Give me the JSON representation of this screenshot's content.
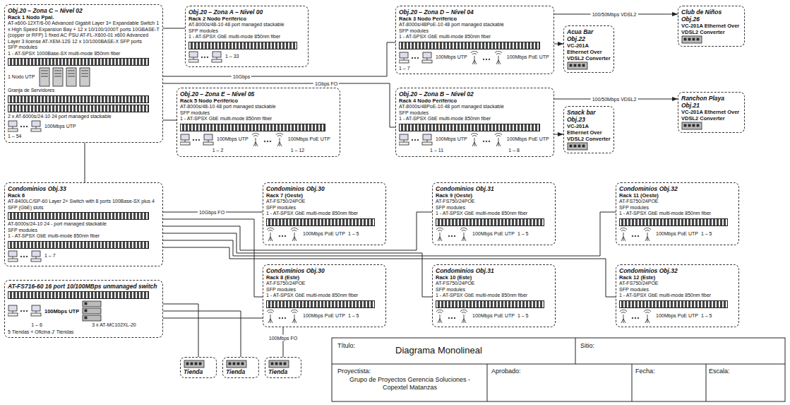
{
  "diagram": {
    "title": "Diagrama Monolineal",
    "nodes": [
      {
        "text": [
          "Obj.20 – Zona C – Nivel 02",
          "Rack 1 Nodo Ppal.",
          "AT-x600-12XT/6-00 Advanced Gigabit Layer 3+ Expandable Switch 1 x High Speed Expansion Bay + 12 x 10/100/1000T ports 10GBASE-T (copper or RFP) 1 fixed AC PSU AT-FL-X600-01 x600 Advanced Layer 3 license AT-XEM-12S 12 x 10/1000BASE-X SFP ports",
          "SFP modules",
          "1 - AT-SPSX 1000Base-SX multi-mode 850nm fiber",
          "1 Nodo UTP",
          "Granja de Servidores",
          "2 x AT-6000s/24-10 24 port managed stackable",
          "100Mbps UTP",
          "1 – 54"
        ]
      },
      {
        "text": [
          "Obj.20 – Zona A – Nivel 00",
          "Rack 2 Nodo Periférico",
          "AT-8000s/48-10 48 port managed stackable",
          "SFP modules",
          "1 - AT-SPSX GbE multi-mode 850nm fiber",
          "1 – 33"
        ]
      },
      {
        "text": [
          "Obj.20 – Zona D – Nivel 04",
          "Rack 3 Nodo Periférico",
          "AT-8000s/48PoE-10 48 port managed stackable",
          "SFP modules",
          "1 - AT-SPSX GbE multi-mode 850nm fiber",
          "100Mbps UTP",
          "100Mbps PoE UTP",
          "1 – 7"
        ]
      },
      {
        "text": [
          "Acua Bar Obj.22",
          "VC-201A Ethernet Over VDSL2 Converter"
        ]
      },
      {
        "text": [
          "Club de Niños Obj.26",
          "VC-201A Ethernet Over VDSL2 Converter"
        ]
      },
      {
        "text": [
          "Obj.20 – Zona E – Nivel 05",
          "Rack 5 Nodo Periférico",
          "AT-8000s/48-10 48 port managed stackable",
          "SFP modules",
          "1 - AT-SPSX GbE multi-mode 850nm fiber",
          "100Mbps UTP",
          "1 – 2",
          "100Mbps PoE UTP",
          "1 – 12"
        ]
      },
      {
        "text": [
          "Obj.20 – Zona B – Nivel 02",
          "Rack 4 Nodo Periférico",
          "AT-8000s/48PoE-10 48 port managed stackable",
          "SFP modules",
          "1 - AT-SPSX GbE multi-mode 850nm fiber",
          "100Mbps UTP",
          "100Mbps PoE UTP",
          "1 – 11",
          "1 – 8"
        ]
      },
      {
        "text": [
          "Snack bar Obj.23",
          "VC-201A Ethernet Over VDSL2 Converter"
        ]
      },
      {
        "text": [
          "Ranchon Playa Obj.21",
          "VC-201A Ethernet Over VDSL2 Converter"
        ]
      },
      {
        "text": [
          "Condominios Obj.33",
          "Rack 6",
          "AT-8400LC/SP-60 Layer 2+ Switch with 8 ports 100Base-SX plus 4 SFP (GbE) slots",
          "AT-6000s/24-10 24 - port managed stackable",
          "SFP modules",
          "1 - AT-SPSX GbE multi-mode 850nm fiber",
          "1 – 7"
        ]
      },
      {
        "text": [
          "Condominios Obj.30",
          "Rack 7 (Oeste)",
          "AT-FS750/24POE",
          "SFP modules",
          "1 - AT-SPSX GbE multi-mode 850nm fiber",
          "100Mbps PoE UTP",
          "1 – 5"
        ]
      },
      {
        "text": [
          "Condominios Obj.31",
          "Rack 9 (Oeste)",
          "AT-FS750/24POE",
          "SFP modules",
          "1 - AT-SPSX GbE multi-mode 850nm fiber",
          "100Mbps PoE UTP",
          "1 – 5"
        ]
      },
      {
        "text": [
          "Condominios Obj.32",
          "Rack 11 (Oeste)",
          "AT-FS750/24POE",
          "SFP modules",
          "1 - AT-SPSX GbE multi-mode 850nm fiber",
          "100Mbps PoE UTP",
          "1 – 5"
        ]
      },
      {
        "text": [
          "Condominios Obj.30",
          "Rack 8 (Este)",
          "AT-FS750/24POE",
          "SFP modules",
          "1 - AT-SPSX GbE multi-mode 850nm fiber",
          "100Mbps PoE UTP",
          "1 – 5"
        ]
      },
      {
        "text": [
          "Condominios Obj.31",
          "Rack 10 (Este)",
          "AT-FS750/24POE",
          "SFP modules",
          "1 - AT-SPSX GbE multi-mode 850nm fiber",
          "100Mbps PoE UTP",
          "1 – 5"
        ]
      },
      {
        "text": [
          "Condominios Obj.32",
          "Rack 12 (Este)",
          "AT-FS750/24POE",
          "SFP modules",
          "1 - AT-SPSX GbE multi-mode 850nm fiber",
          "100Mbps PoE UTP",
          "1 – 5"
        ]
      },
      {
        "text": [
          "AT-FS716-60 16 port 10/100MBps unmanaged switch",
          "100Mbps UTP",
          "1 – 6",
          "5 Tiendas + Oficina J' Tiendas",
          "3 x AT-MC102XL-20"
        ]
      },
      {
        "text": [
          "Tienda"
        ]
      },
      {
        "text": [
          "Tienda"
        ]
      },
      {
        "text": [
          "Tienda"
        ]
      }
    ],
    "edges": [
      {
        "from": 0,
        "to": 1,
        "arrow": "none"
      },
      {
        "from": 0,
        "to": 2,
        "label": "10Gbps",
        "arrow": "none"
      },
      {
        "from": 0,
        "to": 5,
        "arrow": "none"
      },
      {
        "from": 0,
        "to": 6,
        "label": "1Gbps FO",
        "arrow": "none"
      },
      {
        "from": 0,
        "to": 9,
        "arrow": "none"
      },
      {
        "from": 2,
        "to": 3,
        "arrow": "to"
      },
      {
        "from": 2,
        "to": 4,
        "label": "100/50Mbps VDSL2",
        "arrow": "to"
      },
      {
        "from": 6,
        "to": 7,
        "arrow": "to"
      },
      {
        "from": 6,
        "to": 8,
        "label": "100/50Mbps VDSL2",
        "arrow": "to"
      },
      {
        "from": 9,
        "to": 10,
        "label": "10Gbps FO",
        "arrow": "none"
      },
      {
        "from": 9,
        "to": 13,
        "arrow": "none"
      },
      {
        "from": 9,
        "to": 11,
        "arrow": "none"
      },
      {
        "from": 9,
        "to": 14,
        "arrow": "none"
      },
      {
        "from": 9,
        "to": 12,
        "arrow": "none"
      },
      {
        "from": 9,
        "to": 15,
        "arrow": "none"
      },
      {
        "from": 16,
        "to": 17,
        "arrow": "none"
      },
      {
        "from": 16,
        "to": 18,
        "arrow": "none"
      },
      {
        "from": 16,
        "to": 19,
        "label": "100Mbps FO",
        "arrow": "none"
      }
    ],
    "labels": [
      "Título:",
      "Sitio:",
      "Proyectista:",
      "Grupo de Proyectos Gerencia Soluciones - Copextel Matanzas",
      "Aprobado:",
      "Fecha:",
      "Escala:"
    ]
  }
}
